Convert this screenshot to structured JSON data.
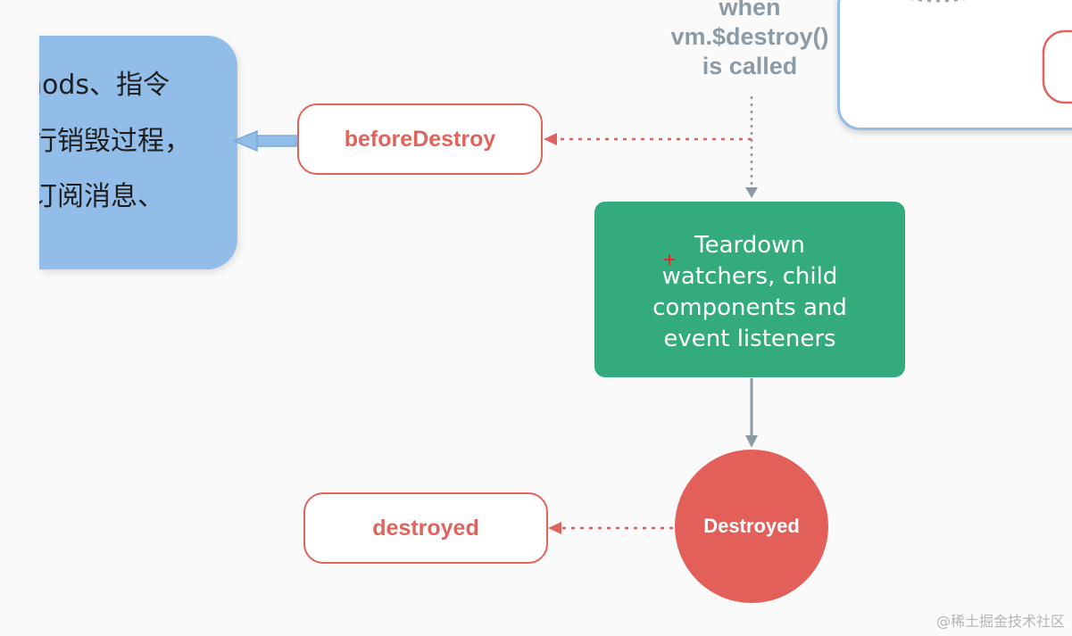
{
  "trigger": {
    "lines": [
      "when",
      "vm.$destroy()",
      "is called"
    ]
  },
  "note": {
    "lines": [
      "hods、指令",
      "行销毁过程，",
      "订阅消息、"
    ]
  },
  "hooks": {
    "before_destroy": "beforeDestroy",
    "destroyed": "destroyed"
  },
  "teardown": {
    "lines": [
      "Teardown",
      "watchers, child",
      "components and",
      "event listeners"
    ]
  },
  "state": {
    "destroyed": "Destroyed"
  },
  "watermark": "@稀土掘金技术社区",
  "colors": {
    "hook_red": "#e0645e",
    "teardown_green": "#34ab7d",
    "note_blue": "#93bde9",
    "connector_gray": "#8c9aa6"
  }
}
